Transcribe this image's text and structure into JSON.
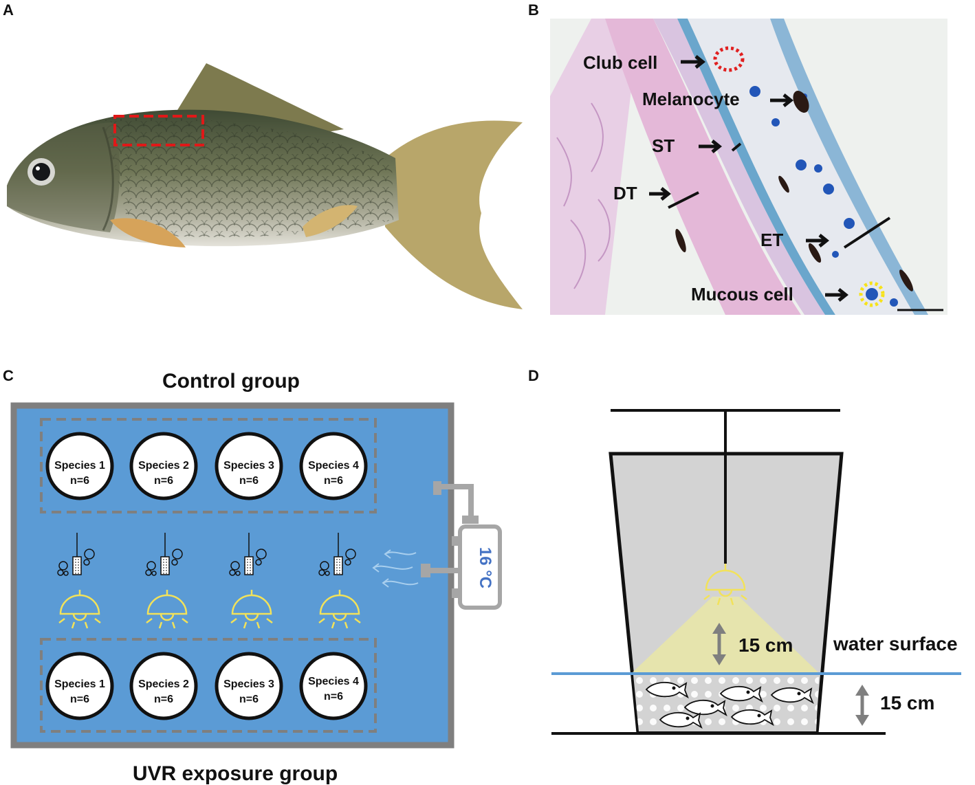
{
  "panels": {
    "a": {
      "letter": "A"
    },
    "b": {
      "letter": "B",
      "labels": {
        "club_cell": "Club cell",
        "melanocyte": "Melanocyte",
        "st": "ST",
        "dt": "DT",
        "et": "ET",
        "mucous_cell": "Mucous cell"
      }
    },
    "c": {
      "letter": "C",
      "title_top": "Control group",
      "title_bottom": "UVR exposure group",
      "control_tanks": [
        {
          "species": "Species 1",
          "n": "n=6"
        },
        {
          "species": "Species 2",
          "n": "n=6"
        },
        {
          "species": "Species 3",
          "n": "n=6"
        },
        {
          "species": "Species 4",
          "n": "n=6"
        }
      ],
      "uvr_tanks": [
        {
          "species": "Species 1",
          "n": "n=6"
        },
        {
          "species": "Species 2",
          "n": "n=6"
        },
        {
          "species": "Species 3",
          "n": "n=6"
        },
        {
          "species": "Species 4",
          "n": "n=6"
        }
      ],
      "temperature": "16 °C"
    },
    "d": {
      "letter": "D",
      "lamp_distance": "15 cm",
      "water_surface_label": "water surface",
      "water_depth": "15 cm"
    }
  },
  "colors": {
    "water_blue": "#5b9bd5",
    "tank_gray": "#7f7f7f",
    "lamp_yellow": "#f2e25a",
    "light_cone": "#e9e6a6",
    "bucket_gray": "#d3d3d3",
    "club_circle": "#e02020",
    "mucous_circle": "#f7e21a",
    "temp_blue": "#4472c4"
  }
}
